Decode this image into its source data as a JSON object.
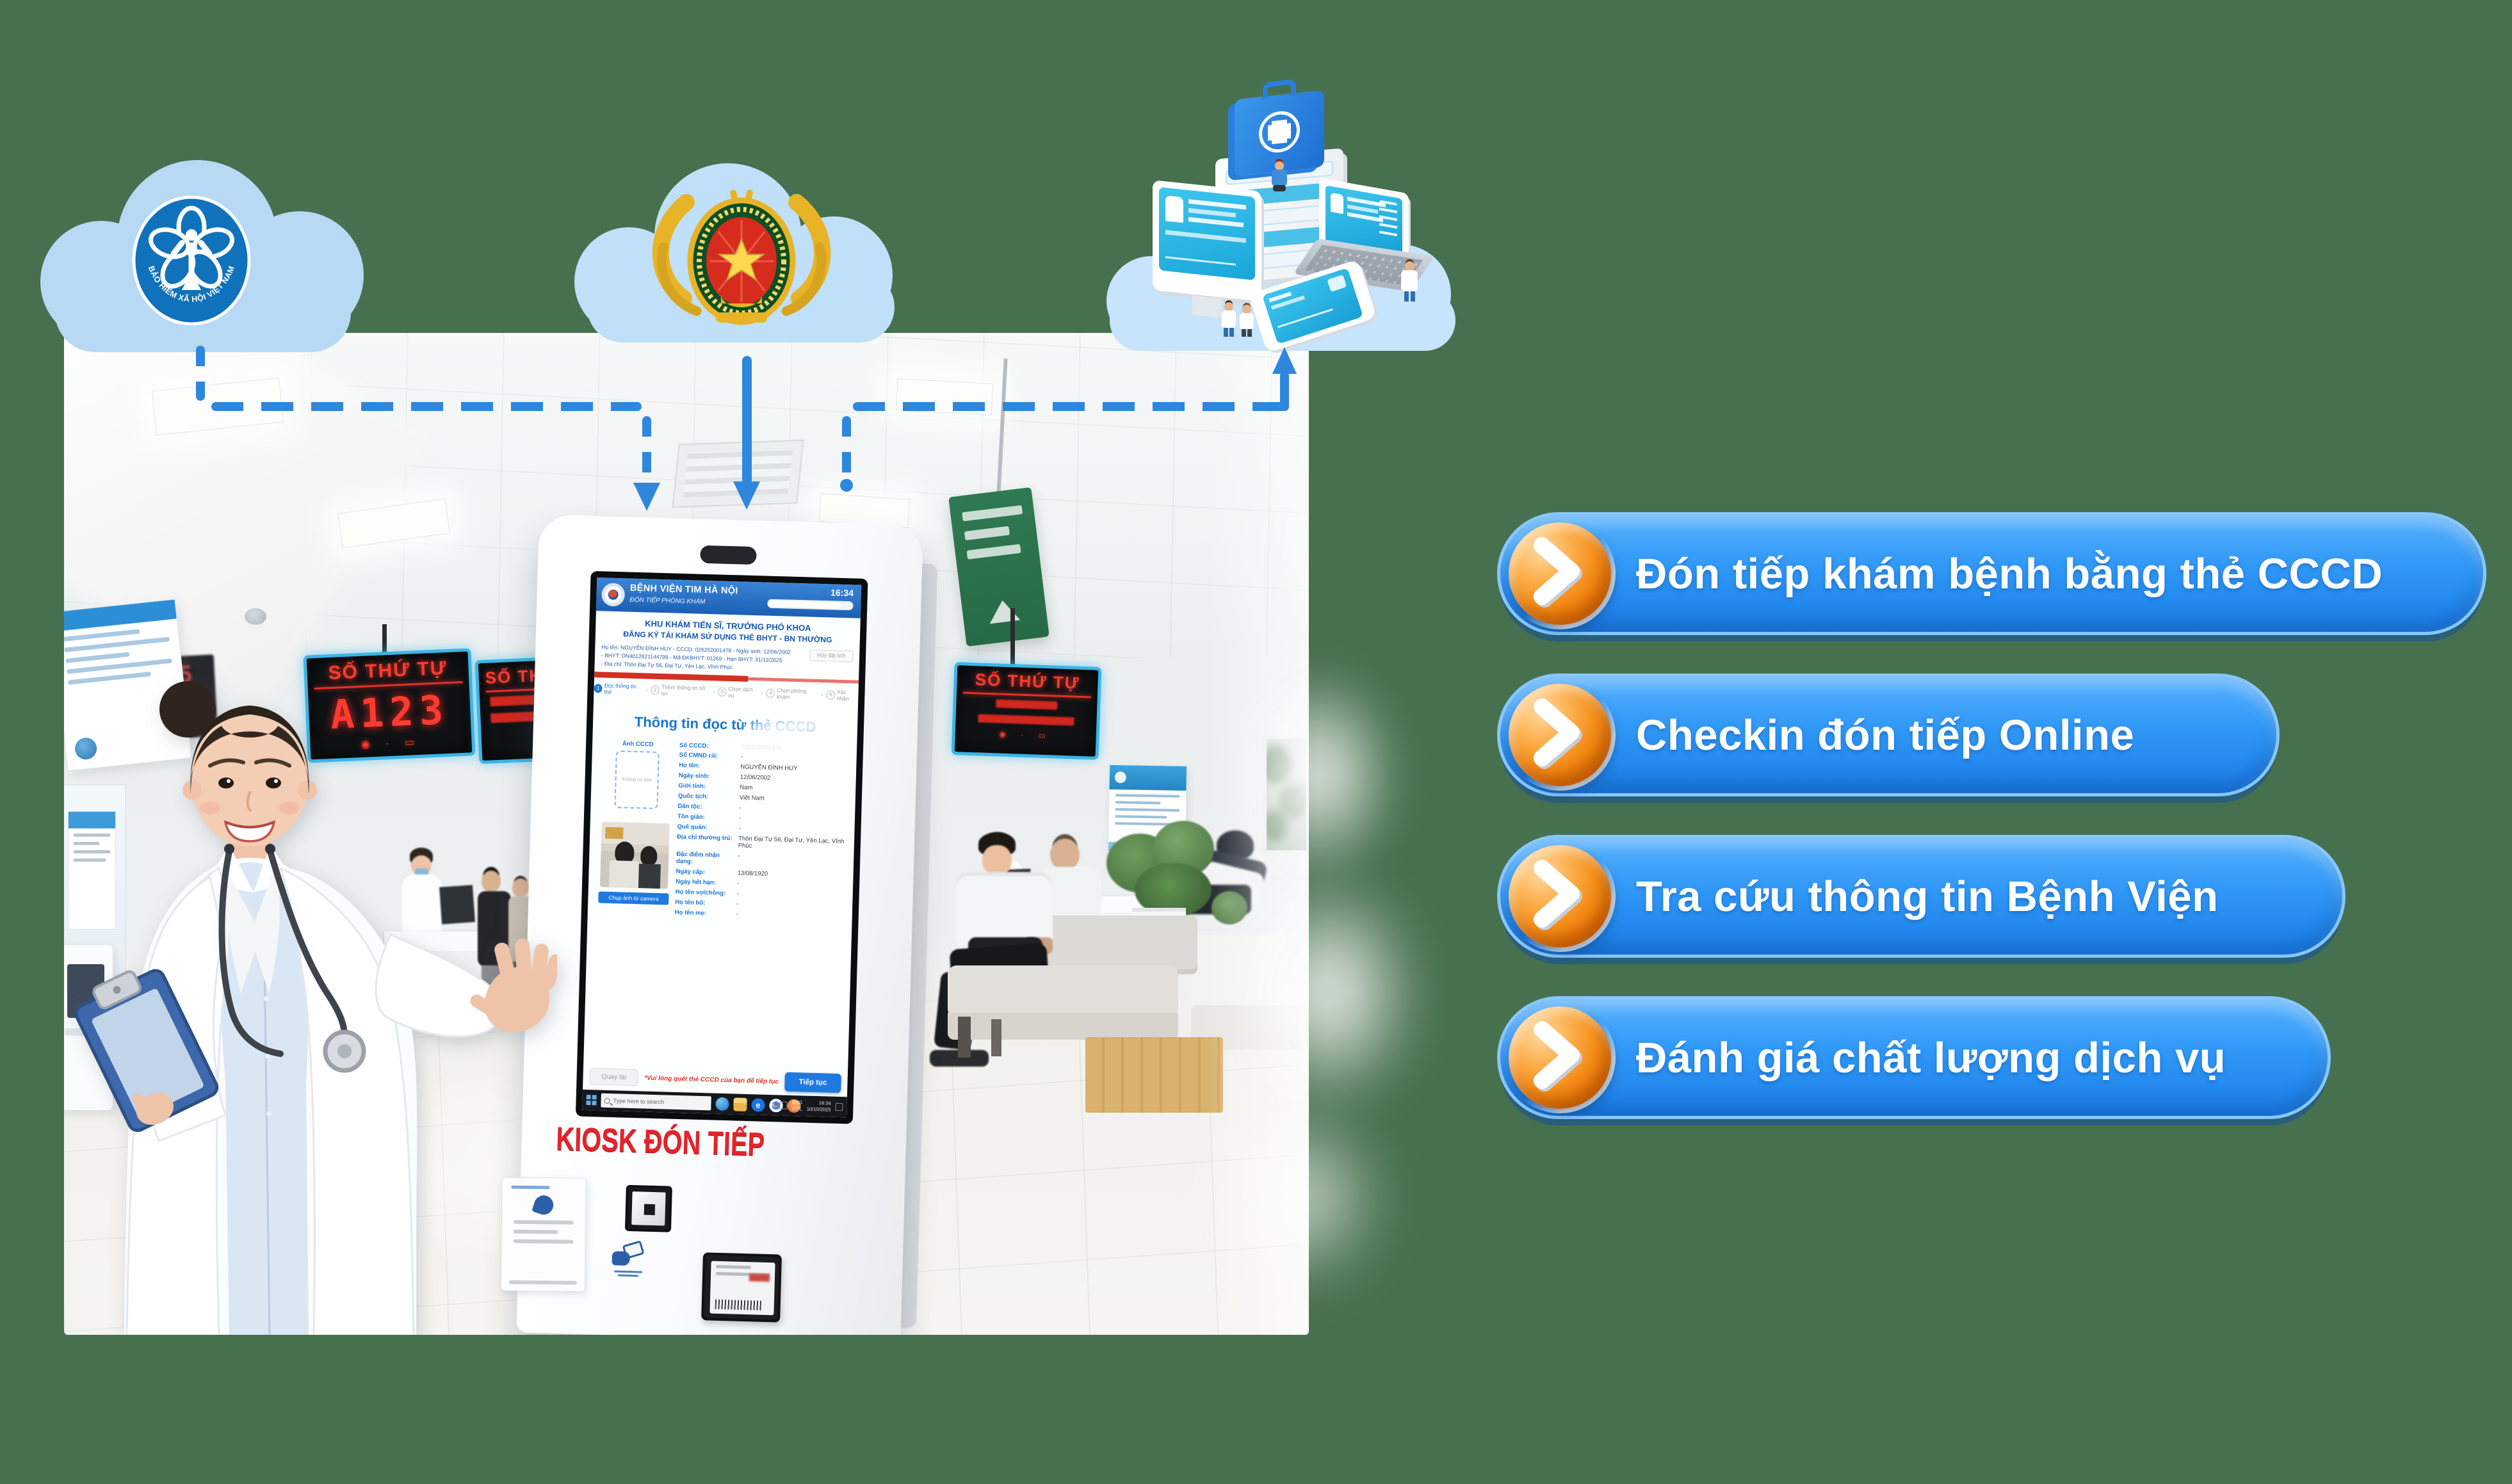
{
  "colors": {
    "background": "#47704E",
    "cta_blue": "#2f97f7",
    "cta_border": "#86c7ff",
    "orb_orange": "#f48c17",
    "led_red": "#ff3b30",
    "accent_blue": "#1f7ae0",
    "caption_red": "#e4232b"
  },
  "clouds": {
    "bhxh_label": "BẢO HIỂM XÃ HỘI VIỆT NAM"
  },
  "cta_buttons": [
    {
      "label": "Đón tiếp khám bệnh bằng thẻ CCCD"
    },
    {
      "label": "Checkin đón tiếp Online"
    },
    {
      "label": "Tra cứu thông tin Bệnh Viện"
    },
    {
      "label": "Đánh giá chất lượng dịch vụ"
    }
  ],
  "scene": {
    "led_board_main": {
      "title": "SỐ THỨ TỰ",
      "number": "A123"
    },
    "led_board_mid": {
      "title": "SỐ THỨ TỰ"
    },
    "led_board_right": {
      "title": "SỐ THỨ TỰ"
    }
  },
  "kiosk": {
    "caption": "KIOSK ĐÓN TIẾP",
    "screen": {
      "hospital_name": "BỆNH VIỆN TIM HÀ NỘI",
      "header_subtitle": "ĐÓN TIẾP PHÒNG KHÁM",
      "clock": "16:34",
      "banner_line1": "KHU KHÁM TIẾN SĨ, TRƯỞNG PHÓ KHOA",
      "banner_line2": "ĐĂNG KÝ TÁI KHÁM SỬ DỤNG THẺ BHYT - BN THƯỜNG",
      "summary_line1": "Họ tên: NGUYỄN ĐÌNH HUY   - CCCD: 026202001478   - Ngày sinh: 12/06/2002",
      "summary_line2": "- BHYT: DN4012621144799   - Mã ĐKBHYT: 01269   - Hạn BHYT: 31/12/2025",
      "summary_line3": "- Địa chỉ: Thôn Đại Tự 56, Đại Tự, Yên Lạc, Vĩnh Phúc",
      "cancel_button": "Hủy đặt lịch",
      "step_separator": "›",
      "steps": [
        {
          "num": "1",
          "label": "Đọc thông tin thẻ"
        },
        {
          "num": "2",
          "label": "Thêm thông tin hồ sơ"
        },
        {
          "num": "3",
          "label": "Chọn dịch vụ"
        },
        {
          "num": "4",
          "label": "Chọn phòng khám"
        },
        {
          "num": "5",
          "label": "Xác nhận"
        }
      ],
      "section_title": "Thông tin đọc từ thẻ CCCD",
      "photo_label": "Ảnh CCCD",
      "photo_placeholder": "Không có ảnh",
      "capture_button": "Chụp ảnh từ camera",
      "fields": [
        {
          "label": "Số CCCD:",
          "value": "026202001478"
        },
        {
          "label": "Số CMND cũ:",
          "value": "-"
        },
        {
          "label": "Họ tên:",
          "value": "NGUYỄN ĐÌNH HUY"
        },
        {
          "label": "Ngày sinh:",
          "value": "12/06/2002"
        },
        {
          "label": "Giới tính:",
          "value": "Nam"
        },
        {
          "label": "Quốc tịch:",
          "value": "Việt Nam"
        },
        {
          "label": "Dân tộc:",
          "value": "-"
        },
        {
          "label": "Tôn giáo:",
          "value": "-"
        },
        {
          "label": "Quê quán:",
          "value": "-"
        },
        {
          "label": "Địa chỉ thường trú:",
          "value": "Thôn Đại Tự 56, Đại Tự, Yên Lạc, Vĩnh Phúc"
        },
        {
          "label": "Đặc điểm nhận dạng:",
          "value": "-"
        },
        {
          "label": "Ngày cấp:",
          "value": "13/08/1920"
        },
        {
          "label": "Ngày hết hạn:",
          "value": "-"
        },
        {
          "label": "Họ tên vợ/chồng:",
          "value": "-"
        },
        {
          "label": "Họ tên bố:",
          "value": "-"
        },
        {
          "label": "Họ tên mẹ:",
          "value": "-"
        }
      ],
      "back_button": "Quay lại",
      "scan_hint": "*Vui lòng quét thẻ CCCD của bạn để tiếp tục",
      "continue_button": "Tiếp tục",
      "taskbar": {
        "search_placeholder": "Type here to search",
        "lang_top": "ENG",
        "lang_bottom": "INTL",
        "time": "16:34",
        "date": "10/10/2025"
      }
    }
  }
}
